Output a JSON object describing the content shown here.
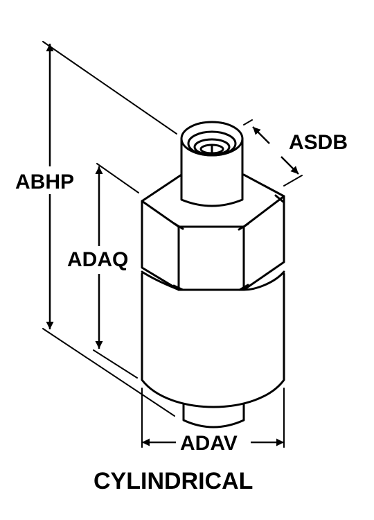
{
  "diagram": {
    "caption": "CYLINDRICAL",
    "dimensions": {
      "overall_height": "ABHP",
      "body_height": "ADAQ",
      "fitting_diameter": "ASDB",
      "body_diameter": "ADAV"
    }
  },
  "colors": {
    "line": "#000000",
    "background": "#ffffff"
  }
}
